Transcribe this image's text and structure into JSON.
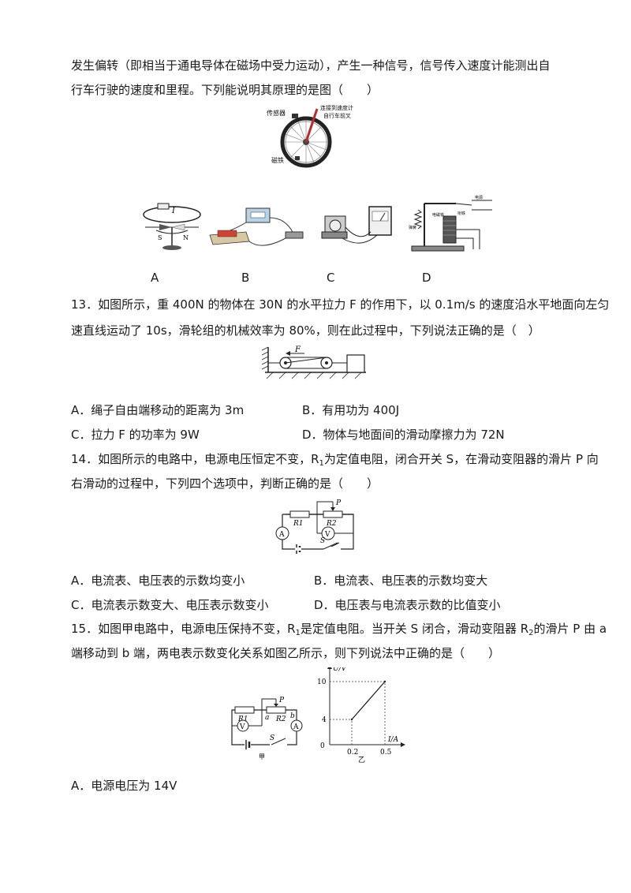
{
  "intro": {
    "line1": "发生偏转（即相当于通电导体在磁场中受力运动），产生一种信号，信号传入速度计能测出自",
    "line2": "行车行驶的速度和里程。下列能说明其原理的是图（　　）"
  },
  "q12_figure": {
    "label_sensor": "传感器",
    "label_connect_1": "连接到速度计",
    "label_connect_2": "自行车前叉",
    "label_magnet": "磁铁"
  },
  "q12_options": {
    "a": "A",
    "b": "B",
    "c": "C",
    "d": "D",
    "figA_current": "I",
    "figA_s": "S",
    "figA_n": "N",
    "figD_labels": [
      "电源",
      "衔铁",
      "弹簧",
      "电磁铁"
    ]
  },
  "q13": {
    "line1": "13．如图所示，重 400N 的物体在 30N 的水平拉力 F 的作用下，以 0.1m/s 的速度沿水平地面向左匀",
    "line2": "速直线运动了 10s，滑轮组的机械效率为 80%，则在此过程中，下列说法正确的是（　）",
    "fig_force": "F",
    "opt_a": "A．绳子自由端移动的距离为 3m",
    "opt_b": "B．有用功为 400J",
    "opt_c": "C．拉力 F 的功率为 9W",
    "opt_d": "D．物体与地面间的滑动摩擦力为 72N"
  },
  "q14": {
    "line1_pre": "14．如图所示的电路中，电源电压恒定不变，R",
    "line1_sub": "1",
    "line1_post": "为定值电阻，闭合开关 S，在滑动变阻器的滑片 P 向",
    "line2": "右滑动的过程中，下列四个选项中，判断正确的是（　　）",
    "fig_p": "P",
    "fig_r1": "R1",
    "fig_r2": "R2",
    "fig_a": "A",
    "fig_v": "V",
    "fig_s": "S",
    "opt_a": "A．电流表、电压表的示数均变小",
    "opt_b": "B．电流表、电压表的示数均变大",
    "opt_c": "C．电流表示数变大、电压表示数变小",
    "opt_d": "D．电压表与电流表示数的比值变小"
  },
  "q15": {
    "line1_pre": "15．如图甲电路中，电源电压保持不变，R",
    "line1_sub1": "1",
    "line1_mid": "是定值电阻。当开关 S 闭合，滑动变阻器 R",
    "line1_sub2": "2",
    "line1_post": "的滑片 P 由 a",
    "line2": "端移动到 b 端，两电表示数变化关系如图乙所示，则下列说法中正确的是（　　）",
    "fig_jia": "甲",
    "fig_yi": "乙",
    "fig_p": "P",
    "fig_r1": "R1",
    "fig_r2": "R2",
    "fig_a_end": "a",
    "fig_b_end": "b",
    "fig_v": "V",
    "fig_amm": "A",
    "fig_s": "S",
    "opt_a": "A．电源电压为 14V"
  },
  "chart_data": {
    "type": "line",
    "xlabel": "I/A",
    "ylabel": "U/V",
    "x_ticks": [
      "0",
      "0.2",
      "0.5"
    ],
    "y_ticks": [
      "4",
      "10"
    ],
    "series": [
      {
        "x": [
          0.2,
          0.5
        ],
        "y": [
          4,
          10
        ]
      }
    ],
    "dashed_guides": [
      [
        0.2,
        4
      ],
      [
        0.5,
        10
      ]
    ],
    "xlim": [
      0,
      0.6
    ],
    "ylim": [
      0,
      11
    ]
  }
}
